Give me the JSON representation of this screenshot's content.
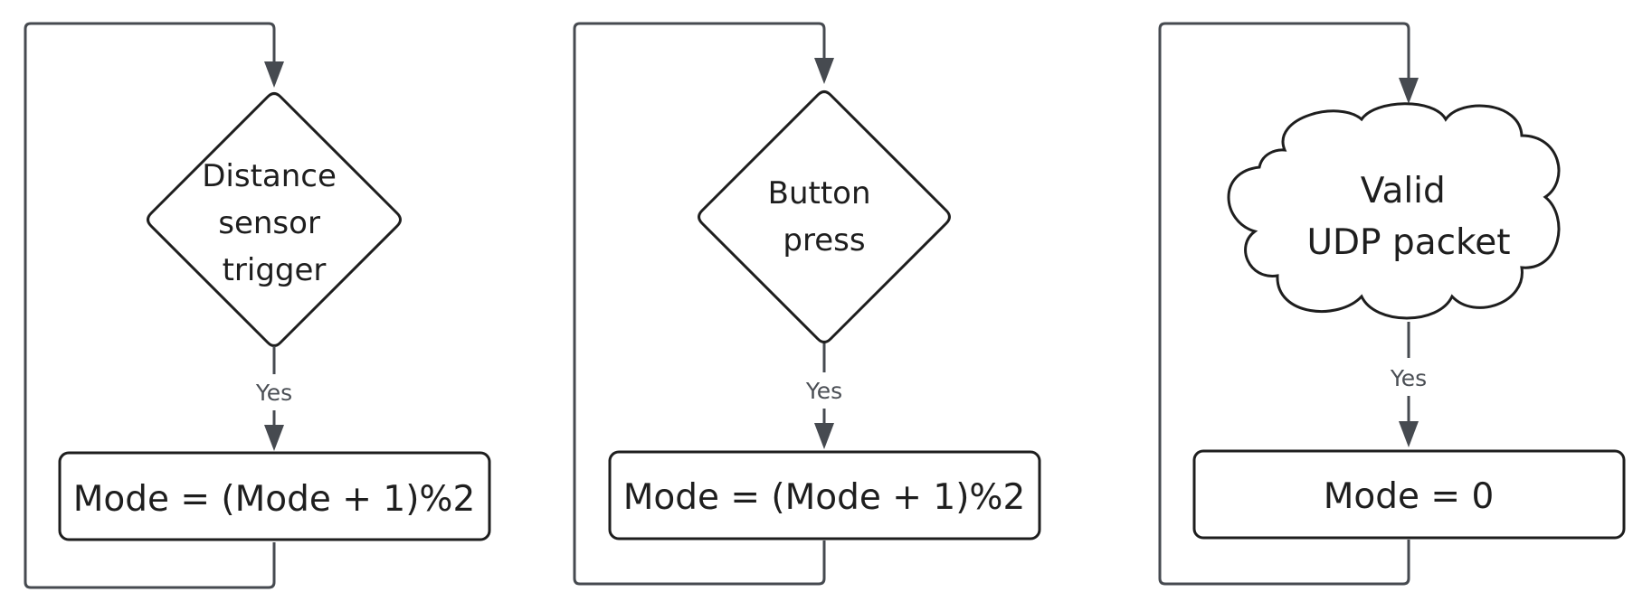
{
  "flowcharts": [
    {
      "condition_lines": [
        "Distance",
        "sensor",
        "trigger"
      ],
      "edge_label": "Yes",
      "action": "Mode = (Mode + 1)%2"
    },
    {
      "condition_lines": [
        "Button",
        "press"
      ],
      "edge_label": "Yes",
      "action": "Mode = (Mode + 1)%2"
    },
    {
      "condition_lines": [
        "Valid",
        "UDP packet"
      ],
      "edge_label": "Yes",
      "action": "Mode = 0"
    }
  ]
}
